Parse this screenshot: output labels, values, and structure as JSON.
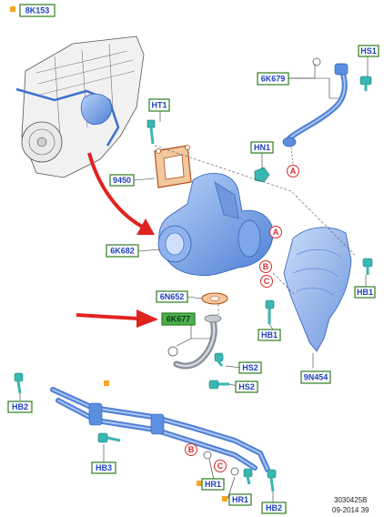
{
  "diagram": {
    "labels": {
      "ref_8k153": "8K153",
      "hs1": "HS1",
      "ht1": "HT1",
      "ref_6k679": "6K679",
      "hn1": "HN1",
      "ref_9450": "9450",
      "ref_6k682": "6K682",
      "hb1_right": "HB1",
      "ref_6n652": "6N652",
      "ref_6k677": "6K677",
      "hb1_left": "HB1",
      "hs2_top": "HS2",
      "hs2_bottom": "HS2",
      "ref_9n454": "9N454",
      "hb2_left": "HB2",
      "hb3": "HB3",
      "hr1_top": "HR1",
      "hr1_bottom": "HR1",
      "hb2_bottom": "HB2"
    },
    "callouts": {
      "a_pipe": "A",
      "a_turbo": "A",
      "b_turbo": "B",
      "c_turbo": "C",
      "b_lower": "B",
      "c_lower": "C"
    },
    "footer": {
      "drawing_number": "3030425B",
      "date_code": "09-2014 39"
    },
    "colors": {
      "label_border_green": "#2e7d1e",
      "label_text_blue": "#1d3fbf",
      "label_fill_highlight": "#4caf50",
      "part_blue": "#5b8fe0",
      "part_light_blue": "#9ec0f2",
      "fastener_teal": "#39b7b0",
      "callout_red": "#d62b2b",
      "arrow_red": "#e0231f",
      "gasket_fill": "#f2c89e",
      "gasket_outline": "#b04f18",
      "marker_orange": "#f5a623"
    }
  }
}
